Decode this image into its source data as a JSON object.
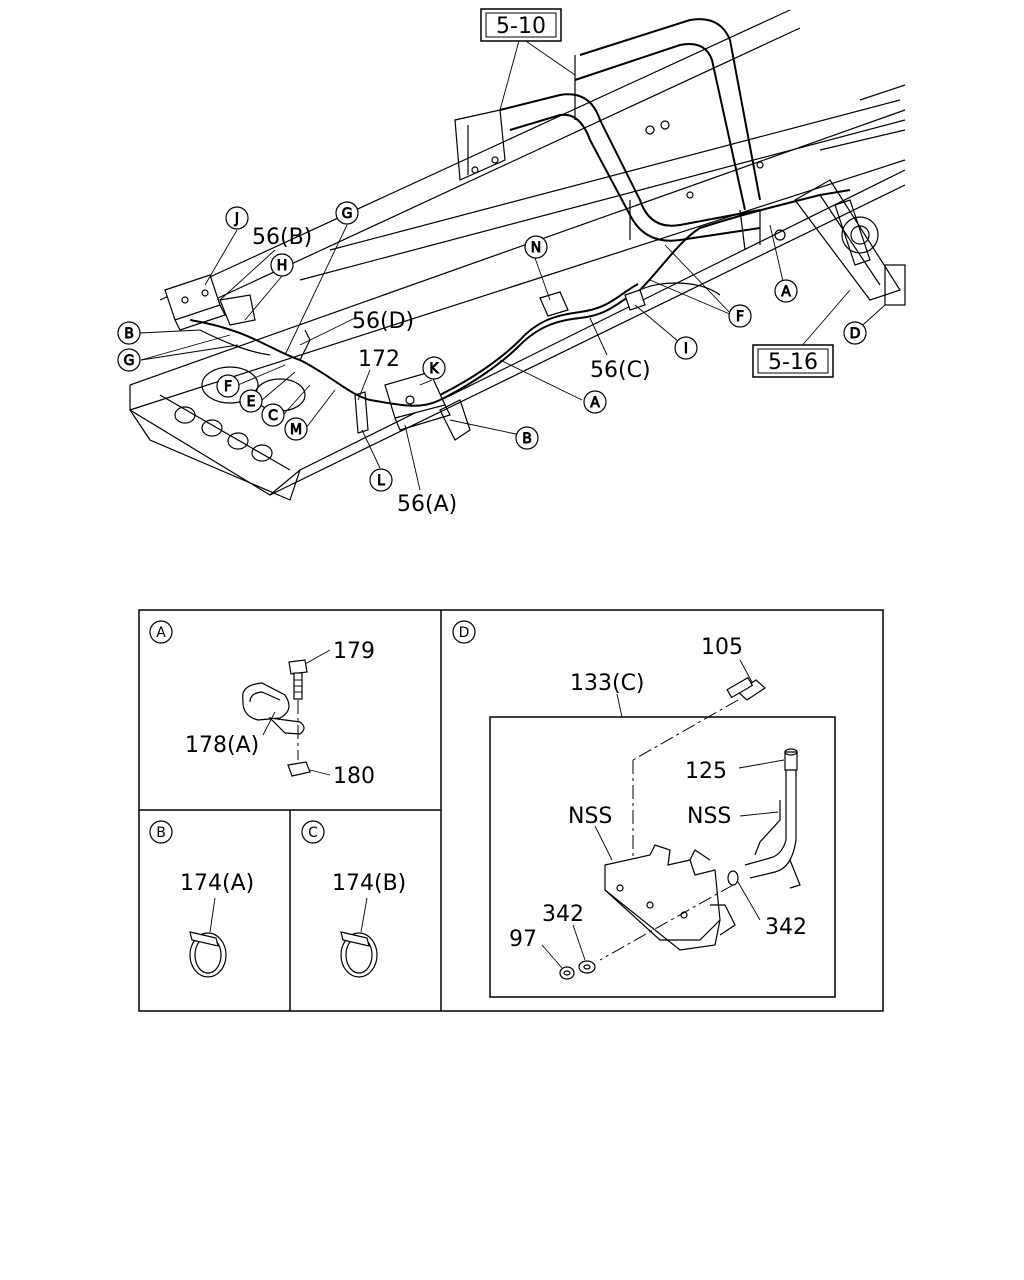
{
  "main": {
    "refs": {
      "r510": "5-10",
      "r516": "5-16"
    },
    "labels": {
      "c_J": "J",
      "c_G": "G",
      "c_H": "H",
      "c_B1": "B",
      "c_G2": "G",
      "c_F1": "F",
      "c_E": "E",
      "c_C": "C",
      "c_M": "M",
      "c_K": "K",
      "c_L": "L",
      "c_N": "N",
      "c_I": "I",
      "c_A1": "A",
      "c_A2": "A",
      "c_B2": "B",
      "c_F2": "F",
      "c_D": "D",
      "p56b": "56(B)",
      "p56d": "56(D)",
      "p172": "172",
      "p56c": "56(C)",
      "p56a": "56(A)"
    }
  },
  "details": {
    "A": {
      "circle": "A",
      "parts": {
        "p179": "179",
        "p178a": "178(A)",
        "p180": "180"
      }
    },
    "B": {
      "circle": "B",
      "parts": {
        "p174a": "174(A)"
      }
    },
    "C": {
      "circle": "C",
      "parts": {
        "p174b": "174(B)"
      }
    },
    "D": {
      "circle": "D",
      "parts": {
        "p105": "105",
        "p133c": "133(C)",
        "p125": "125",
        "nss1": "NSS",
        "nss2": "NSS",
        "p342a": "342",
        "p342b": "342",
        "p97": "97"
      }
    }
  }
}
